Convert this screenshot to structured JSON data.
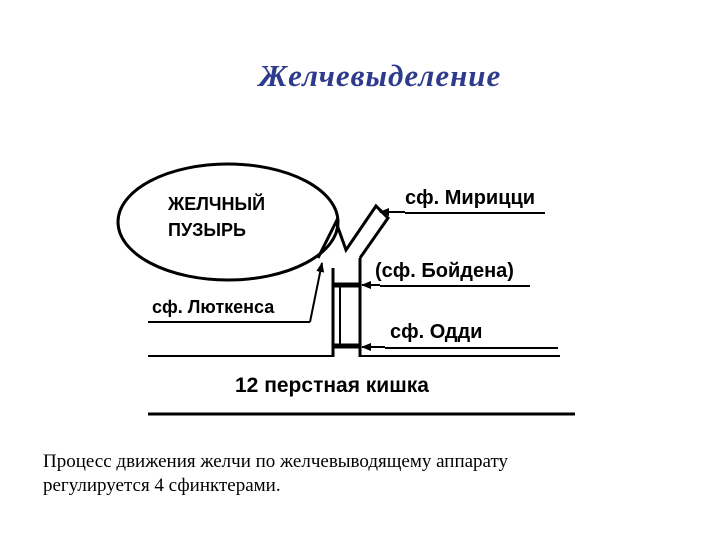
{
  "title": "Желчевыделение",
  "colors": {
    "title": "#2e3a8c",
    "line": "#000000",
    "background": "#ffffff"
  },
  "diagram": {
    "gallbladder_label_line1": "ЖЕЛЧНЫЙ",
    "gallbladder_label_line2": "ПУЗЫРЬ",
    "sphincter_mirizzi": "сф. Мирицци",
    "sphincter_boyden": "(сф. Бойдена)",
    "sphincter_lutkens": "сф. Люткенса",
    "sphincter_oddi": "сф. Одди",
    "duodenum": "12  перстная кишка"
  },
  "caption": {
    "line1": "Процесс движения желчи по желчевыводящему аппарату",
    "line2": "регулируется 4 сфинктерами."
  }
}
